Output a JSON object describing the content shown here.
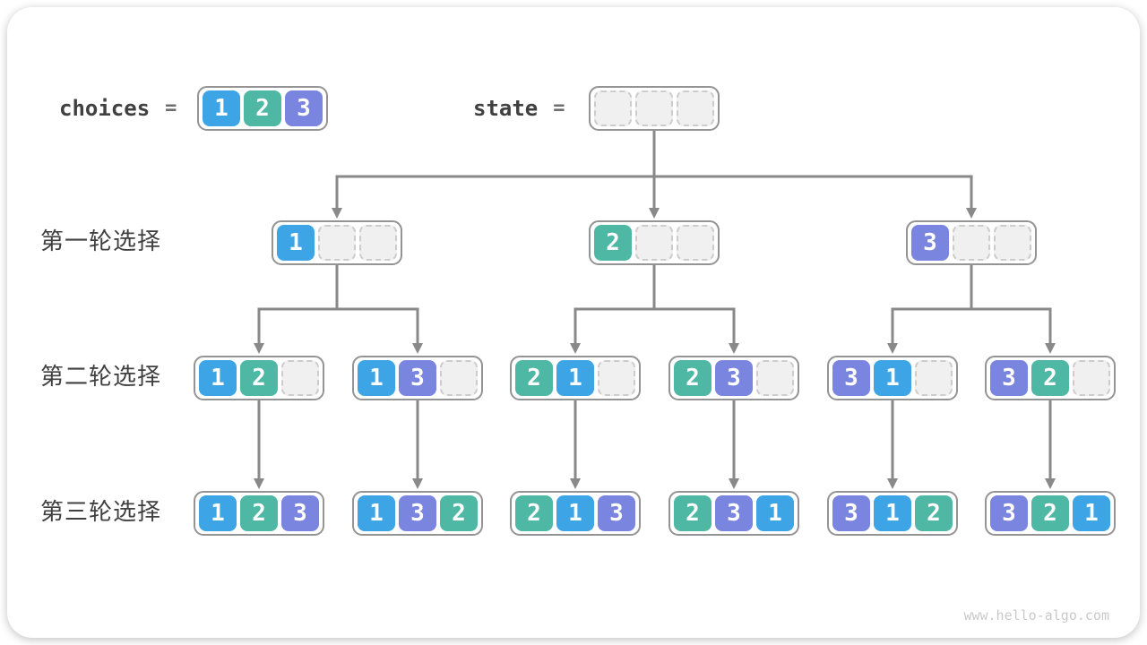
{
  "definitions": {
    "choices_label": "choices",
    "state_label": "state",
    "equals": "=",
    "choices_cells": [
      1,
      2,
      3
    ],
    "state_cells": [
      null,
      null,
      null
    ]
  },
  "row_labels": [
    {
      "id": "round-1",
      "label": "第一轮选择"
    },
    {
      "id": "round-2",
      "label": "第二轮选择"
    },
    {
      "id": "round-3",
      "label": "第三轮选择"
    }
  ],
  "watermark": "www.hello-algo.com",
  "palette": {
    "value_1": "#3DA5E6",
    "value_2": "#4FB8A5",
    "value_3": "#7A85DF",
    "empty_fill": "#f0f0f0",
    "empty_border": "#cccccc",
    "node_border": "#949494",
    "line": "#898989",
    "text_dark": "#404040",
    "cell_text": "#ffffff",
    "watermark_color": "#c9c9c9"
  },
  "tree": {
    "root_id": "state",
    "nodes": [
      {
        "id": "L1-1",
        "round": 1,
        "cells": [
          1,
          null,
          null
        ],
        "parent": "state"
      },
      {
        "id": "L1-2",
        "round": 1,
        "cells": [
          2,
          null,
          null
        ],
        "parent": "state"
      },
      {
        "id": "L1-3",
        "round": 1,
        "cells": [
          3,
          null,
          null
        ],
        "parent": "state"
      },
      {
        "id": "L2-12",
        "round": 2,
        "cells": [
          1,
          2,
          null
        ],
        "parent": "L1-1"
      },
      {
        "id": "L2-13",
        "round": 2,
        "cells": [
          1,
          3,
          null
        ],
        "parent": "L1-1"
      },
      {
        "id": "L2-21",
        "round": 2,
        "cells": [
          2,
          1,
          null
        ],
        "parent": "L1-2"
      },
      {
        "id": "L2-23",
        "round": 2,
        "cells": [
          2,
          3,
          null
        ],
        "parent": "L1-2"
      },
      {
        "id": "L2-31",
        "round": 2,
        "cells": [
          3,
          1,
          null
        ],
        "parent": "L1-3"
      },
      {
        "id": "L2-32",
        "round": 2,
        "cells": [
          3,
          2,
          null
        ],
        "parent": "L1-3"
      },
      {
        "id": "L3-123",
        "round": 3,
        "cells": [
          1,
          2,
          3
        ],
        "parent": "L2-12"
      },
      {
        "id": "L3-132",
        "round": 3,
        "cells": [
          1,
          3,
          2
        ],
        "parent": "L2-13"
      },
      {
        "id": "L3-213",
        "round": 3,
        "cells": [
          2,
          1,
          3
        ],
        "parent": "L2-21"
      },
      {
        "id": "L3-231",
        "round": 3,
        "cells": [
          2,
          3,
          1
        ],
        "parent": "L2-23"
      },
      {
        "id": "L3-312",
        "round": 3,
        "cells": [
          3,
          1,
          2
        ],
        "parent": "L2-31"
      },
      {
        "id": "L3-321",
        "round": 3,
        "cells": [
          3,
          2,
          1
        ],
        "parent": "L2-32"
      }
    ]
  }
}
